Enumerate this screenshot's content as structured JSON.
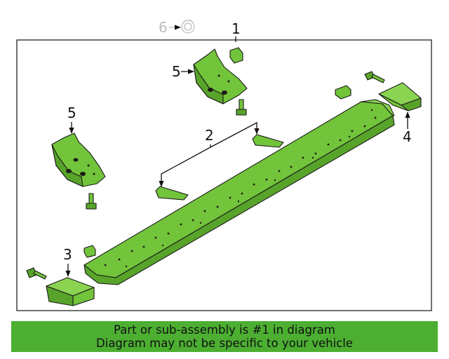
{
  "colors": {
    "part_fill": "#72c43a",
    "part_shade": "#58a42a",
    "part_light": "#8ad452",
    "banner_bg": "#4caf32",
    "frame": "#222222",
    "ghost": "#bdbdbd"
  },
  "callouts": {
    "c1": "1",
    "c2": "2",
    "c3": "3",
    "c4": "4",
    "c5a": "5",
    "c5b": "5",
    "c6": "6"
  },
  "banner": {
    "line1": "Part or sub-assembly is #1 in diagram",
    "line2": "Diagram may not be specific to your vehicle"
  }
}
